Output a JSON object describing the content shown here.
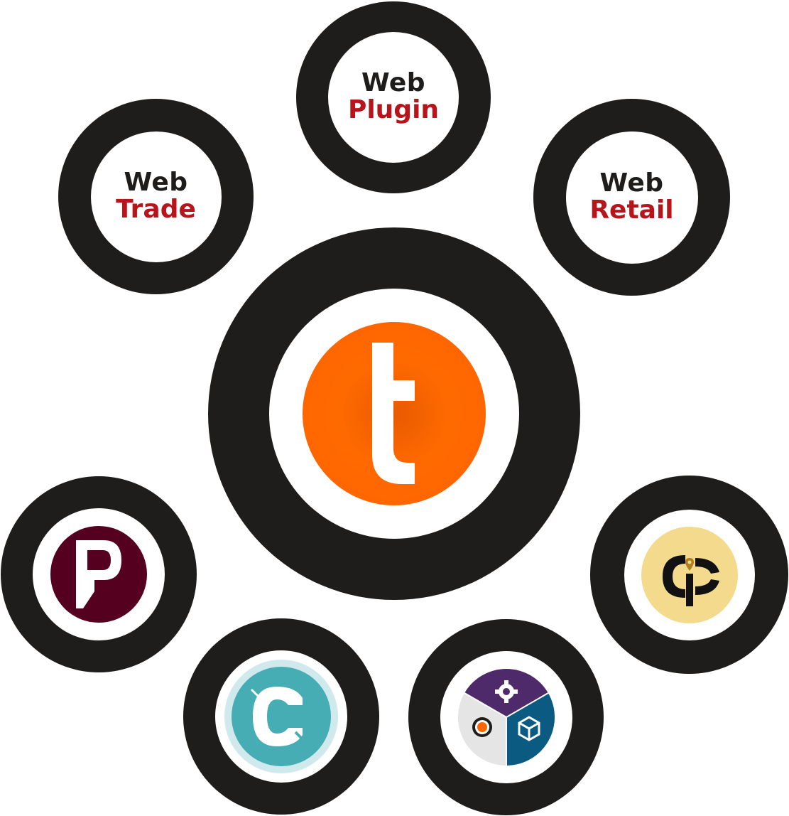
{
  "hub": {
    "logo_icon": "orange-t-logo-icon",
    "color": "#ff6600"
  },
  "nodes": {
    "web_plugin": {
      "line1": "Web",
      "line2": "Plugin"
    },
    "web_trade": {
      "line1": "Web",
      "line2": "Trade"
    },
    "web_retail": {
      "line1": "Web",
      "line2": "Retail"
    },
    "p_logo": {
      "icon": "p-letter-logo-icon",
      "color": "#560020"
    },
    "ci_logo": {
      "icon": "ci-pin-logo-icon",
      "color": "#f4da8c"
    },
    "c_logo": {
      "icon": "teal-c-logo-icon",
      "color": "#47adb5"
    },
    "tri_logo": {
      "icon": "tri-segment-logo-icon",
      "colors": [
        "#4e2a6a",
        "#0a5a82",
        "#e5e5e5"
      ]
    }
  },
  "colors": {
    "ring": "#1e1d1b",
    "accent_red": "#b8141b"
  }
}
